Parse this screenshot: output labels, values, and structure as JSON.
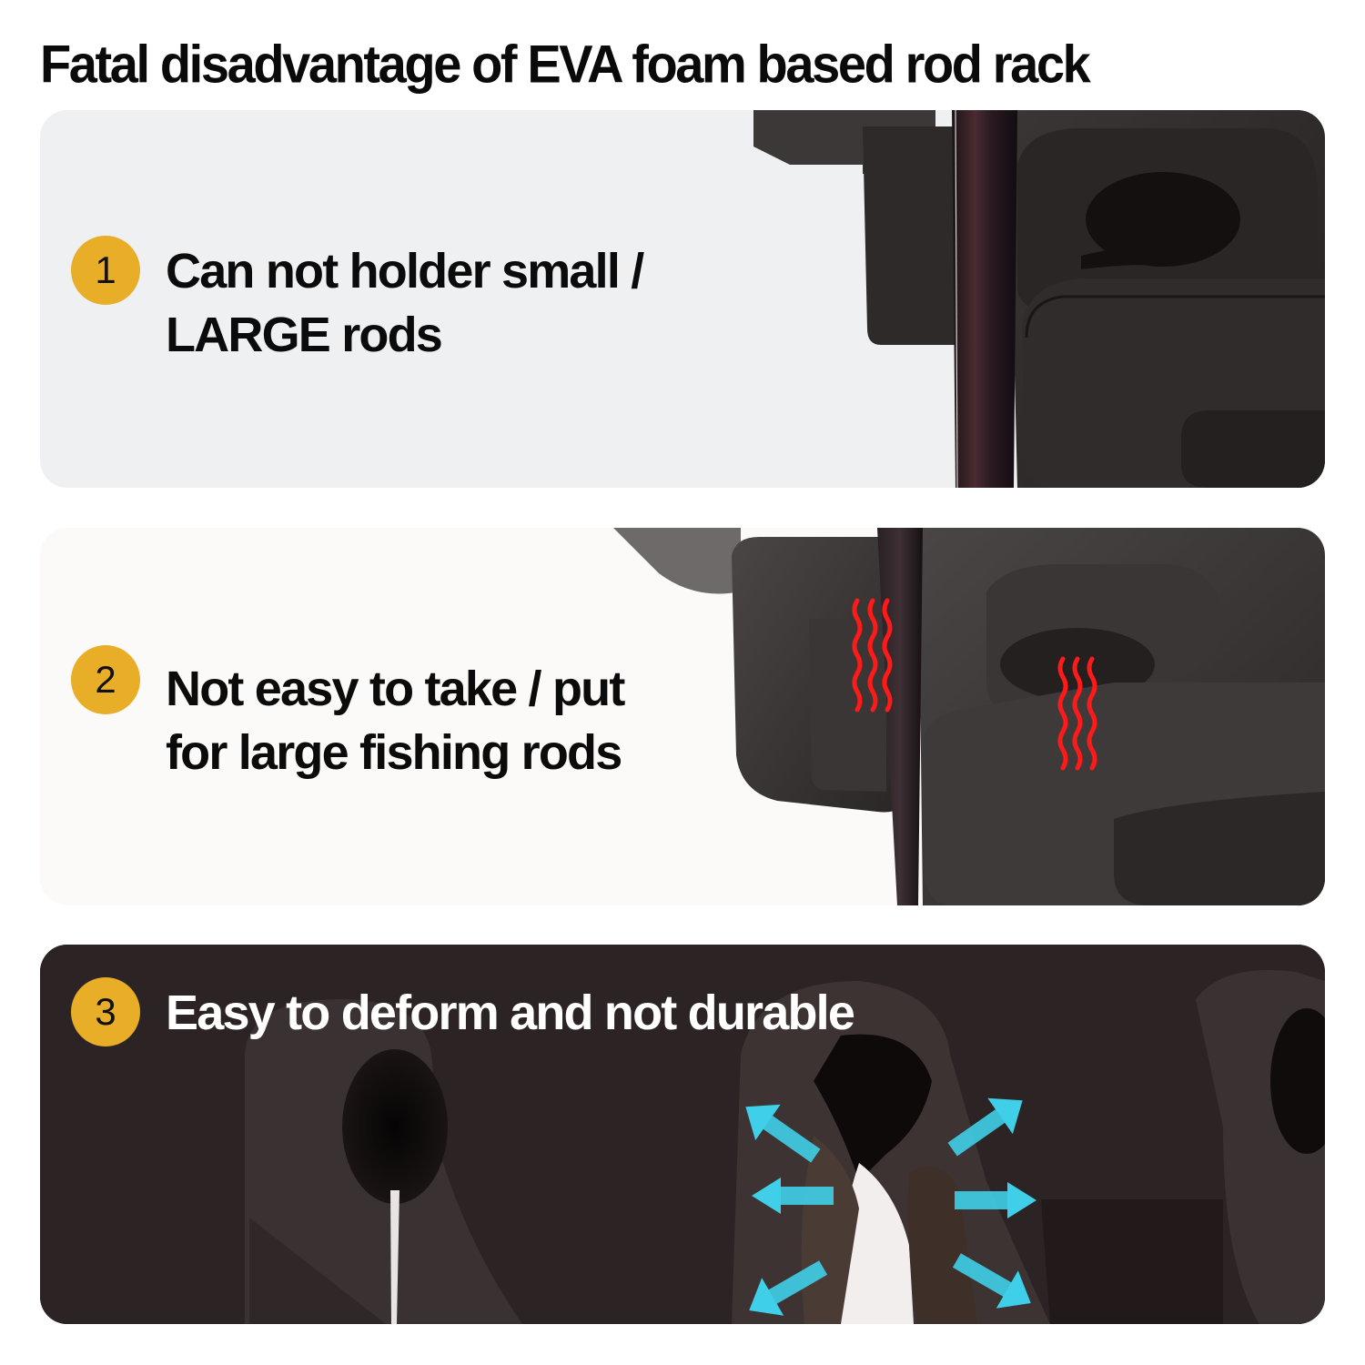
{
  "page": {
    "title": "Fatal disadvantage of EVA foam based rod rack"
  },
  "items": [
    {
      "number": "1",
      "lines": [
        "Can not holder small /",
        "LARGE rods"
      ],
      "photo": "rod-in-foam-slot-photo"
    },
    {
      "number": "2",
      "lines": [
        "Not easy to take / put",
        "for large fishing rods"
      ],
      "photo": "rod-friction-foam-photo",
      "annotation_icon": "red-wavy-friction-lines-icon"
    },
    {
      "number": "3",
      "lines": [
        "Easy to deform and not durable"
      ],
      "photo": "deformed-foam-slot-photo",
      "annotation_icon": "blue-expansion-arrows-icon"
    }
  ],
  "colors": {
    "badge": "#e8ae27",
    "card1_bg": "#eff0f2",
    "card2_bg": "#fcfaf9",
    "card3_bg": "#2c2424",
    "friction_lines": "#ff1a1a",
    "arrows": "#3fcfe8"
  }
}
